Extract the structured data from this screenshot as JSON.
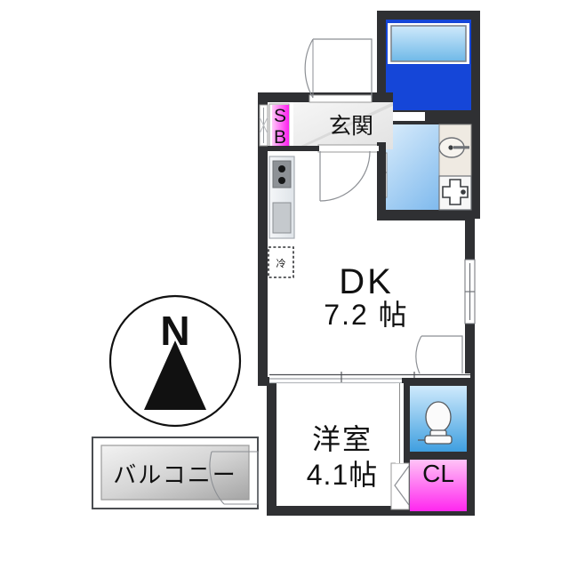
{
  "plan": {
    "title": "Japanese apartment floor plan (madori)",
    "rooms": [
      {
        "key": "dk",
        "label_main": "DK",
        "label_size": "7.2 帖",
        "name": "dining-kitchen"
      },
      {
        "key": "washitsu",
        "label_main": "洋室",
        "label_size": "4.1帖",
        "name": "western-room"
      },
      {
        "key": "genkan",
        "label_main": "玄関",
        "label_size": "",
        "name": "entrance-hall"
      }
    ],
    "markers": {
      "shoe_box": "SB",
      "closet": "CL",
      "fridge": "冷",
      "balcony": "バルコニー",
      "compass": "N"
    },
    "fixtures": {
      "bathtub": "bathtub",
      "washbasin": "washbasin",
      "washing_machine": "washing-machine-space",
      "toilet": "toilet",
      "stove": "two-burner-stove",
      "sink": "kitchen-sink",
      "bath_window": "bath-window"
    },
    "colors": {
      "wall": "#2f3033",
      "wall_light": "#5b5d61",
      "bath_blue": "#1546d8",
      "bath_light": "#7fc3ef",
      "water_light": "#bfe0f7",
      "closet_pink": "#ff38f0",
      "sb_pink": "#fb3ef3",
      "floor": "#ffffff",
      "line": "#6f7277",
      "balcony_gray": "#b9b9b9"
    }
  }
}
